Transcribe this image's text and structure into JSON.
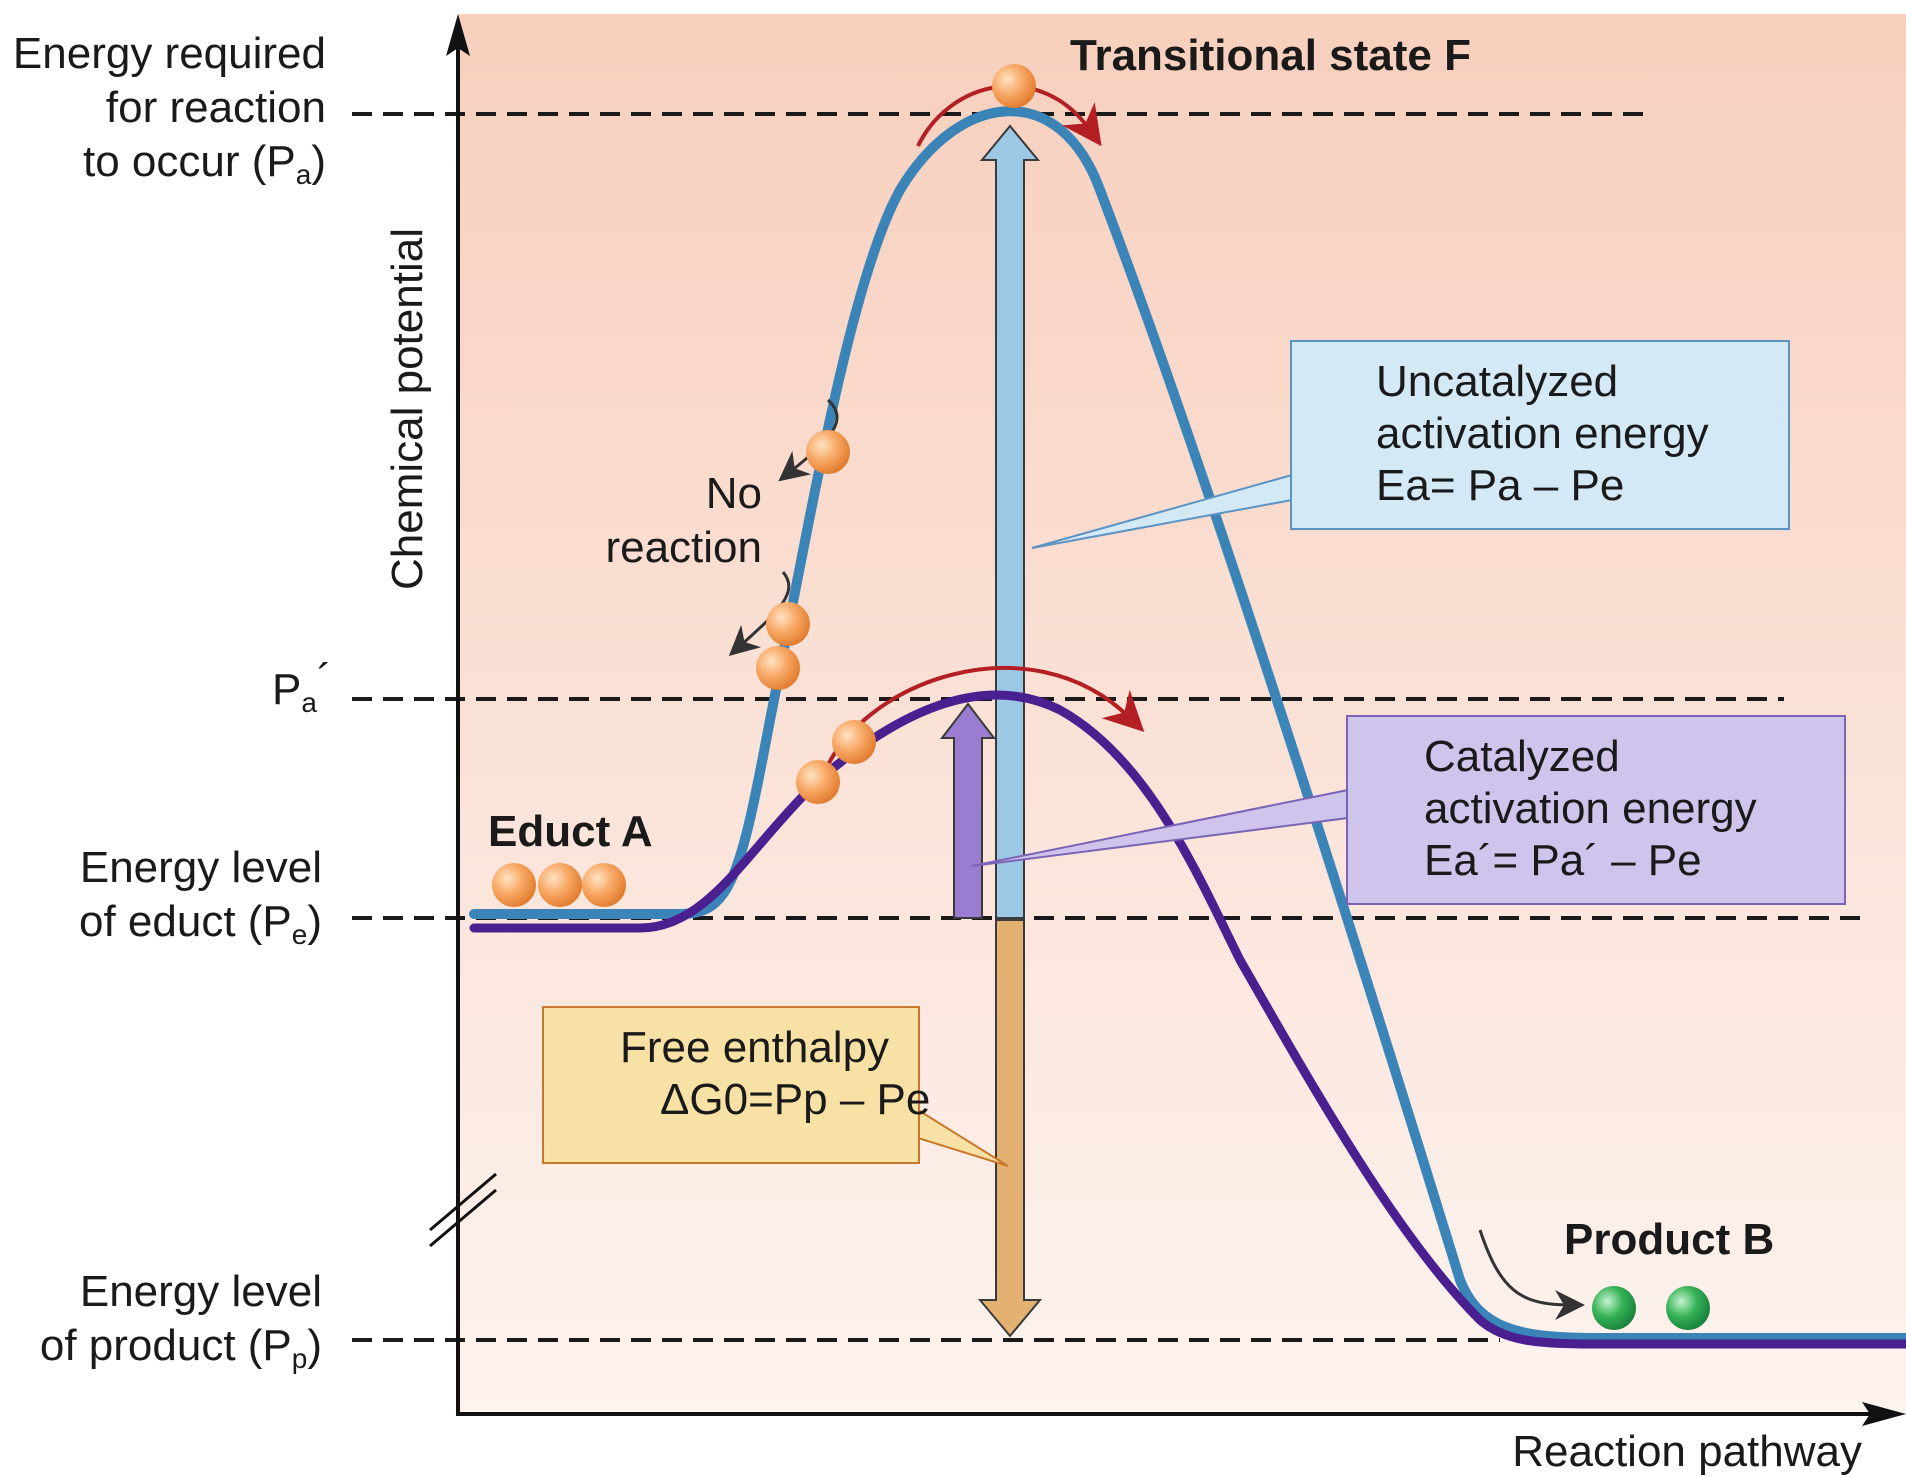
{
  "colors": {
    "background_top": "#f8cfbd",
    "background_bottom": "#fdf3ef",
    "uncatalyzed_curve": "#3a84b8",
    "catalyzed_curve": "#4a1f8f",
    "activation_arrow_uncatalyzed": "#9cc8e6",
    "activation_arrow_catalyzed": "#9a7dd0",
    "enthalpy_arrow": "#e3b272",
    "reaction_arrow": "#b31f22",
    "educt_particle": "#f6a057",
    "product_particle": "#2fb052"
  },
  "y_axis": {
    "title": "Chemical potential",
    "levels": {
      "pa_line1": "Energy required",
      "pa_line2": "for reaction",
      "pa_line3": "to occur (P",
      "pa_sub": "a",
      "pa_close": ")",
      "pa_prime_main": "P",
      "pa_prime_sub": "a",
      "pa_prime_mark": "´",
      "pe_line1": "Energy level",
      "pe_line2": "of educt (P",
      "pe_sub": "e",
      "pe_close": ")",
      "pp_line1": "Energy level",
      "pp_line2": "of product (P",
      "pp_sub": "p",
      "pp_close": ")"
    }
  },
  "x_axis": {
    "title": "Reaction pathway"
  },
  "labels": {
    "transitional_state": "Transitional state F",
    "educt": "Educt A",
    "product": "Product B",
    "no_reaction_line1": "No",
    "no_reaction_line2": "reaction"
  },
  "boxes": {
    "uncatalyzed": {
      "line1": "Uncatalyzed",
      "line2": "activation energy",
      "formula": "Ea= Pa – Pe"
    },
    "catalyzed": {
      "line1": "Catalyzed",
      "line2": "activation energy",
      "formula": "Ea´= Pa´ – Pe"
    },
    "free_enthalpy": {
      "line1": "Free enthalpy",
      "formula": "ΔG0=Pp – Pe"
    }
  }
}
